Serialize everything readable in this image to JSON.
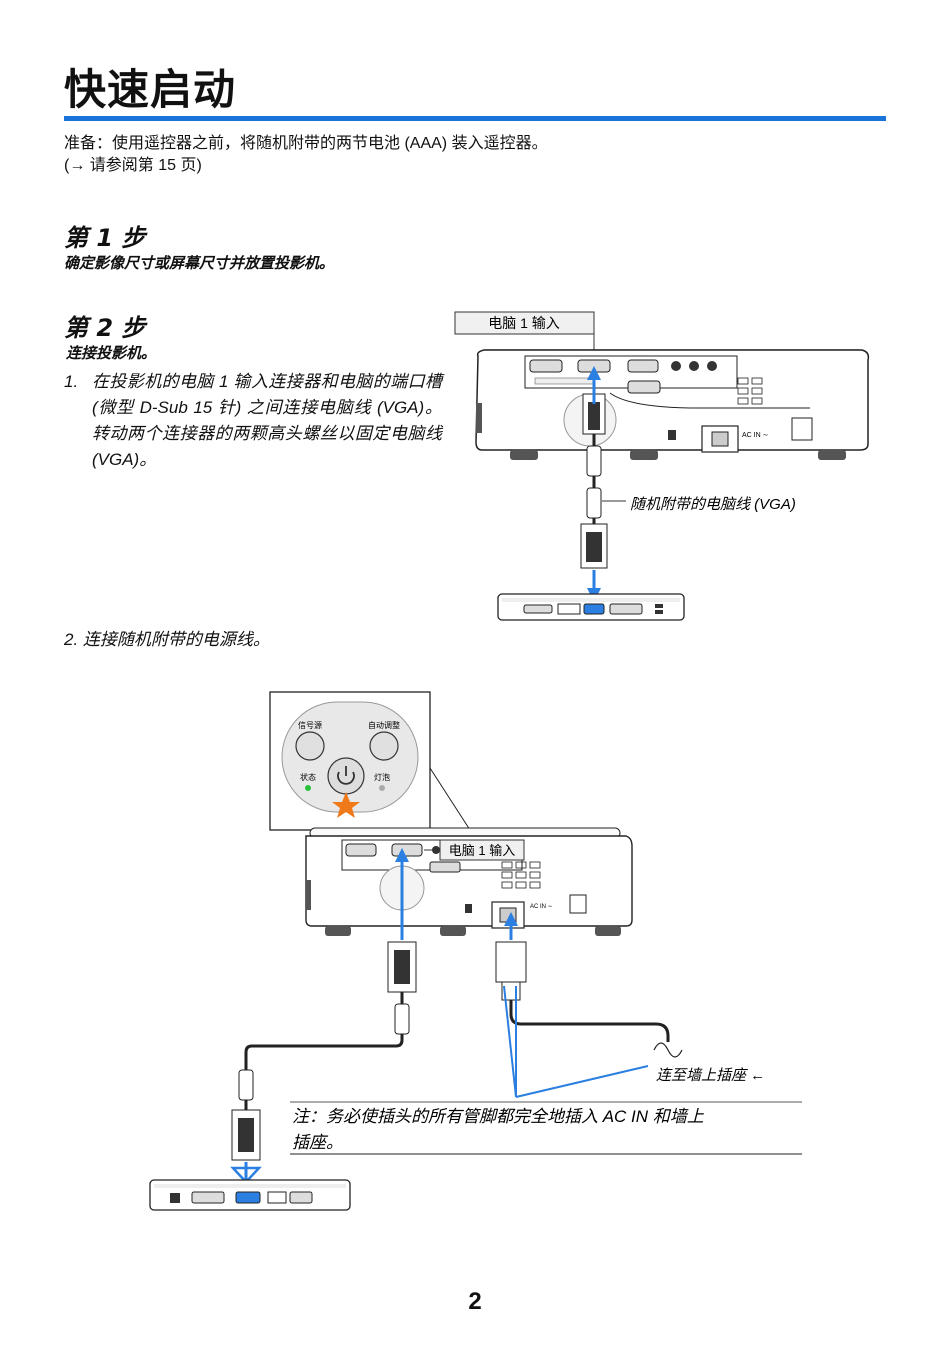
{
  "page": {
    "title": "快速启动",
    "prep_line1": "准备：使用遥控器之前，将随机附带的两节电池 (AAA) 装入遥控器。",
    "prep_line2": "(→ 请参阅第 15 页)",
    "page_number": "2"
  },
  "step1": {
    "heading": "第 1 步",
    "subheading": "确定影像尺寸或屏幕尺寸并放置投影机。"
  },
  "step2": {
    "heading": "第 2 步",
    "subheading": "连接投影机。",
    "item1_num": "1.",
    "item1_text": "在投影机的电脑 1 输入连接器和电脑的端口槽 (微型 D-Sub 15 针) 之间连接电脑线 (VGA)。转动两个连接器的两颗高头螺丝以固定电脑线 (VGA)。",
    "item2": "2. 连接随机附带的电源线。"
  },
  "figure1": {
    "input_label": "电脑 1 输入",
    "cable_label": "随机附带的电脑线 (VGA)",
    "ac_label": "AC IN ∼"
  },
  "figure2": {
    "btn_source": "信号源",
    "btn_auto": "自动调整",
    "status_label": "状态",
    "lamp_label": "灯泡",
    "input_label": "电脑 1 输入",
    "wall_label": "连至墙上插座 ←",
    "note_line1": "注：务必使插头的所有管脚都完全地插入 AC IN 和墙上",
    "note_line2": "插座。",
    "ac_label": "AC IN ∼"
  },
  "colors": {
    "accent_blue": "#1a73d9",
    "arrow_blue": "#2a7fe0",
    "status_green": "#27c23a",
    "power_star": "#f07a1a"
  }
}
